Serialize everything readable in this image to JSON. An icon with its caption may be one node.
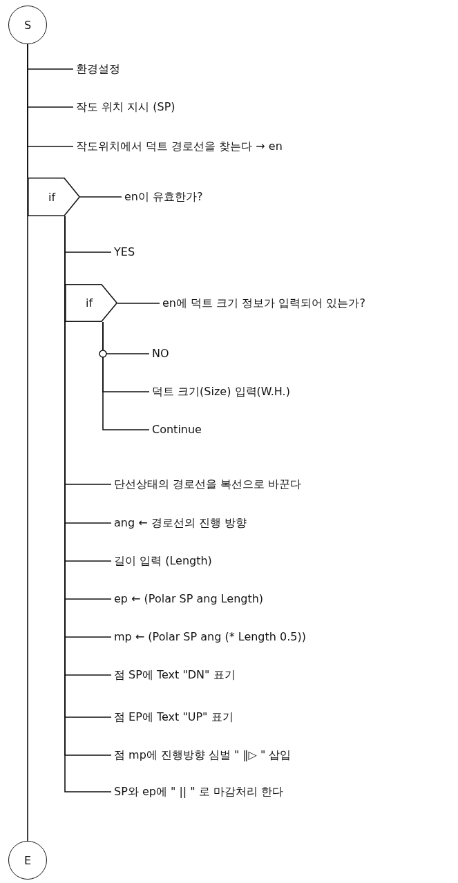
{
  "diagram": {
    "nodes": [
      {
        "text": [
          "S"
        ]
      },
      {
        "text": [
          "환경설정"
        ]
      },
      {
        "text": [
          "작도 위치 지시 (SP)"
        ]
      },
      {
        "text": [
          "작도위치에서 덕트 경로선을 찾는다 → en"
        ]
      },
      {
        "text": [
          "if"
        ]
      },
      {
        "text": [
          "en이 유효한가?"
        ]
      },
      {
        "text": [
          "YES"
        ]
      },
      {
        "text": [
          "if"
        ]
      },
      {
        "text": [
          "en에 덕트 크기 정보가 입력되어 있는가?"
        ]
      },
      {
        "text": [
          "NO"
        ]
      },
      {
        "text": [
          "덕트 크기(Size) 입력(W.H.)"
        ]
      },
      {
        "text": [
          "Continue"
        ]
      },
      {
        "text": [
          "단선상태의 경로선을 복선으로 바꾼다"
        ]
      },
      {
        "text": [
          "ang ← 경로선의 진행 방향"
        ]
      },
      {
        "text": [
          "길이 입력 (Length)"
        ]
      },
      {
        "text": [
          "ep ← (Polar SP ang Length)"
        ]
      },
      {
        "text": [
          "mp ← (Polar SP ang (* Length 0.5))"
        ]
      },
      {
        "text": [
          "점 SP에 Text \"DN\" 표기"
        ]
      },
      {
        "text": [
          "점 EP에 Text \"UP\" 표기"
        ]
      },
      {
        "text": [
          "점 mp에 진행방향 심벌 \" ‖▷ \" 삽입"
        ]
      },
      {
        "text": [
          "SP와 ep에 \" || \" 로 마감처리 한다"
        ]
      },
      {
        "text": [
          "E"
        ]
      }
    ],
    "edges": [
      {
        "from": 0,
        "to": 1,
        "arrow": "none"
      },
      {
        "from": 0,
        "to": 2,
        "arrow": "none"
      },
      {
        "from": 0,
        "to": 3,
        "arrow": "none"
      },
      {
        "from": 0,
        "to": 4,
        "arrow": "none"
      },
      {
        "from": 4,
        "to": 5,
        "arrow": "none"
      },
      {
        "from": 4,
        "to": 6,
        "arrow": "none"
      },
      {
        "from": 4,
        "to": 7,
        "arrow": "none"
      },
      {
        "from": 7,
        "to": 8,
        "arrow": "none"
      },
      {
        "from": 7,
        "to": 9,
        "arrow": "none"
      },
      {
        "from": 7,
        "to": 10,
        "arrow": "none"
      },
      {
        "from": 7,
        "to": 11,
        "arrow": "none"
      },
      {
        "from": 4,
        "to": 12,
        "arrow": "none"
      },
      {
        "from": 4,
        "to": 13,
        "arrow": "none"
      },
      {
        "from": 4,
        "to": 14,
        "arrow": "none"
      },
      {
        "from": 4,
        "to": 15,
        "arrow": "none"
      },
      {
        "from": 4,
        "to": 16,
        "arrow": "none"
      },
      {
        "from": 4,
        "to": 17,
        "arrow": "none"
      },
      {
        "from": 4,
        "to": 18,
        "arrow": "none"
      },
      {
        "from": 4,
        "to": 19,
        "arrow": "none"
      },
      {
        "from": 4,
        "to": 20,
        "arrow": "none"
      },
      {
        "from": 0,
        "to": 21,
        "arrow": "none"
      }
    ]
  }
}
